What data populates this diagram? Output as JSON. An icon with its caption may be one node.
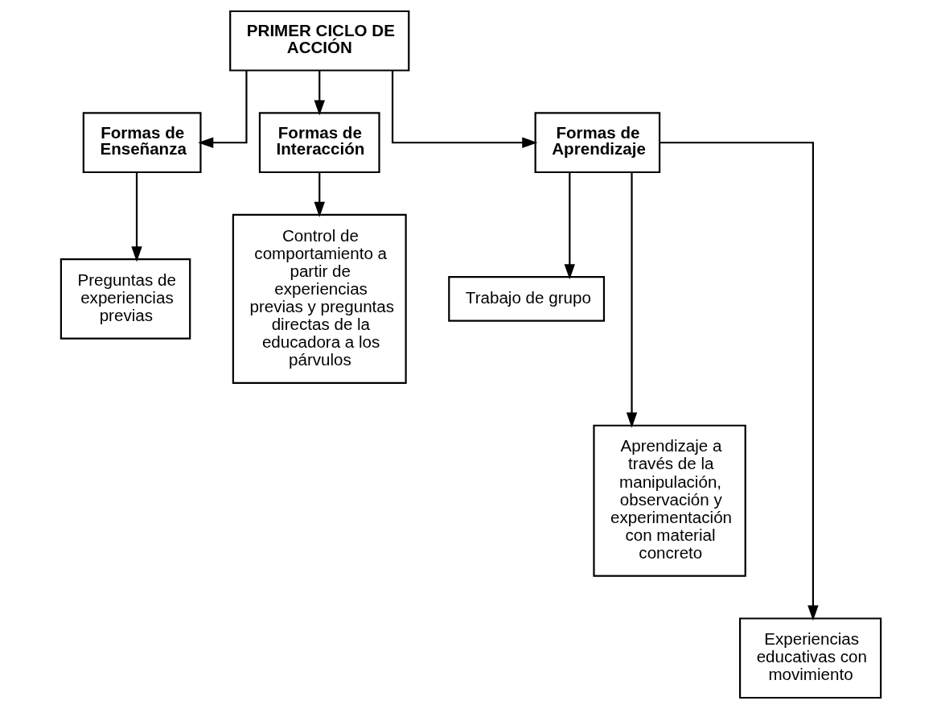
{
  "diagram": {
    "nodes": [
      {
        "text": [
          "PRIMER CICLO DE ACCIÓN"
        ]
      },
      {
        "text": [
          "Formas de Enseñanza"
        ]
      },
      {
        "text": [
          "Formas de Interacción"
        ]
      },
      {
        "text": [
          "Formas de Aprendizaje"
        ]
      },
      {
        "text": [
          "Preguntas de experiencias previas"
        ]
      },
      {
        "text": [
          "Control de comportamiento a partir de experiencias previas y preguntas directas de la educadora a los párvulos"
        ]
      },
      {
        "text": [
          "Trabajo de grupo"
        ]
      },
      {
        "text": [
          "Aprendizaje a través de la manipulación, observación y experimentación con material concreto"
        ]
      },
      {
        "text": [
          "Experiencias educativas con movimiento"
        ]
      }
    ],
    "edges": [
      {
        "from": 0,
        "to": 1,
        "arrow": "to"
      },
      {
        "from": 0,
        "to": 2,
        "arrow": "to"
      },
      {
        "from": 0,
        "to": 3,
        "arrow": "to"
      },
      {
        "from": 1,
        "to": 4,
        "arrow": "to"
      },
      {
        "from": 2,
        "to": 5,
        "arrow": "to"
      },
      {
        "from": 3,
        "to": 6,
        "arrow": "to"
      },
      {
        "from": 3,
        "to": 7,
        "arrow": "to"
      },
      {
        "from": 3,
        "to": 8,
        "arrow": "to"
      }
    ]
  }
}
